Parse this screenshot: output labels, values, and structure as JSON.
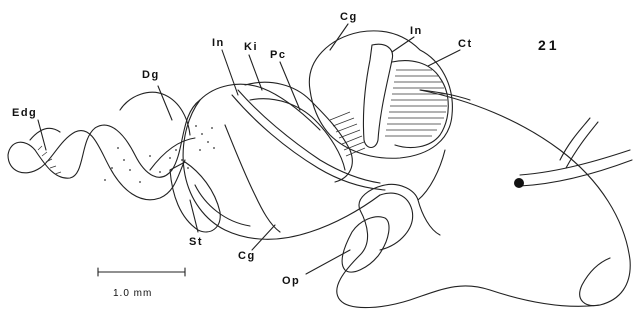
{
  "figure": {
    "number": "21",
    "labels": {
      "edg": "Edg",
      "dg": "Dg",
      "in_upper_left": "In",
      "ki": "Ki",
      "pc": "Pc",
      "cg_top": "Cg",
      "in_upper_right": "In",
      "ct": "Ct",
      "st": "St",
      "cg_bottom": "Cg",
      "op": "Op"
    },
    "scale_bar": {
      "label": "1.0 mm"
    }
  }
}
